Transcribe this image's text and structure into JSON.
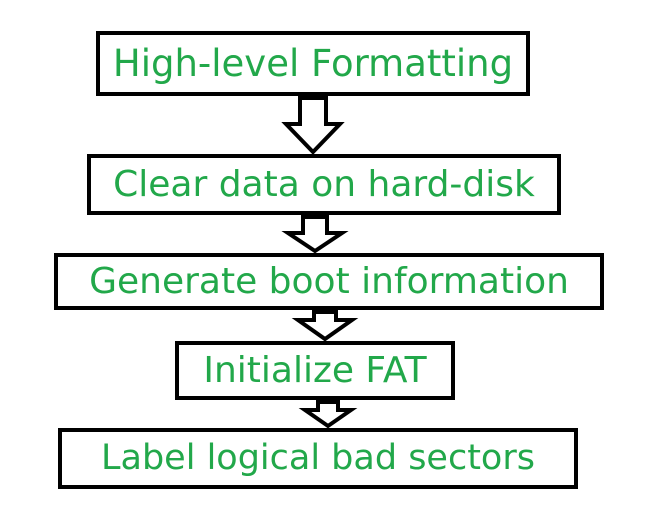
{
  "colors": {
    "text": "#22a84a",
    "border": "#000000",
    "arrow": "#000000",
    "background": "#ffffff"
  },
  "steps": [
    {
      "label": "High-level Formatting"
    },
    {
      "label": "Clear data on hard-disk"
    },
    {
      "label": "Generate boot information"
    },
    {
      "label": "Initialize FAT"
    },
    {
      "label": "Label logical bad sectors"
    }
  ],
  "connectors": [
    "down-arrow",
    "down-arrow",
    "down-arrow",
    "down-arrow"
  ]
}
